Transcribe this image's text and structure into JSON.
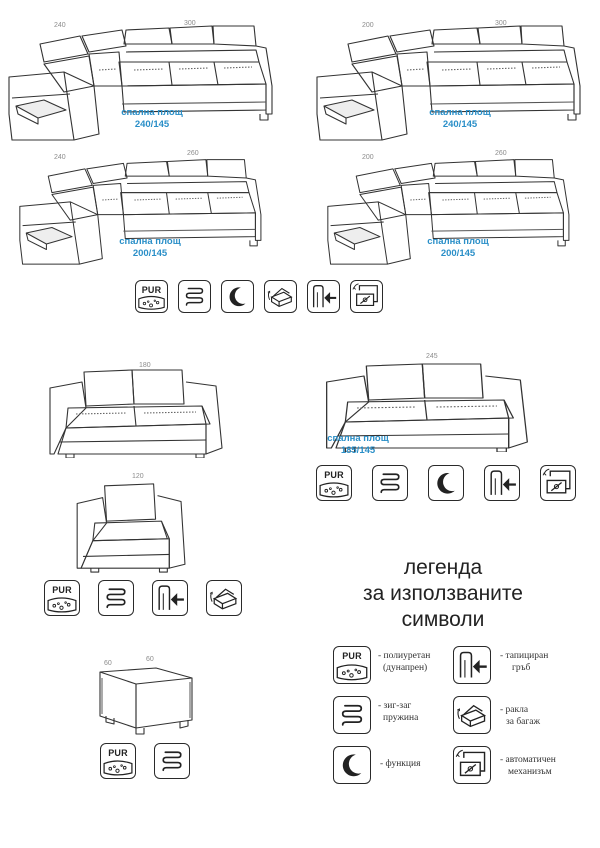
{
  "corner_sofas": [
    {
      "dim_left": "240",
      "dim_right": "300",
      "sleep_label": "спална площ",
      "sleep_size": "240/145"
    },
    {
      "dim_left": "200",
      "dim_right": "300",
      "sleep_label": "спална площ",
      "sleep_size": "240/145"
    },
    {
      "dim_left": "240",
      "dim_right": "260",
      "sleep_label": "спална площ",
      "sleep_size": "200/145"
    },
    {
      "dim_left": "200",
      "dim_right": "260",
      "sleep_label": "спална площ",
      "sleep_size": "200/145"
    }
  ],
  "sofa_180": {
    "dim": "180"
  },
  "sofa_245": {
    "dim": "245",
    "sleep_label": "спална площ",
    "sleep_size": "185/145"
  },
  "armchair": {
    "dim": "120"
  },
  "pouf": {
    "dim_depth": "60",
    "dim_width": "60"
  },
  "icons": {
    "pur_label": "PUR"
  },
  "legend": {
    "title_line1": "легенда",
    "title_line2": "за използваните",
    "title_line3": "символи",
    "items": [
      {
        "line1": "- полиуретан",
        "line2": "(дунапрен)"
      },
      {
        "line1": "- тапициран",
        "line2": "гръб"
      },
      {
        "line1": "- зиг-заг",
        "line2": "пружина"
      },
      {
        "line1": "- ракла",
        "line2": "за багаж"
      },
      {
        "line1": "- функция",
        "line2": ""
      },
      {
        "line1": "- автоматичен",
        "line2": "механизъм"
      }
    ]
  }
}
